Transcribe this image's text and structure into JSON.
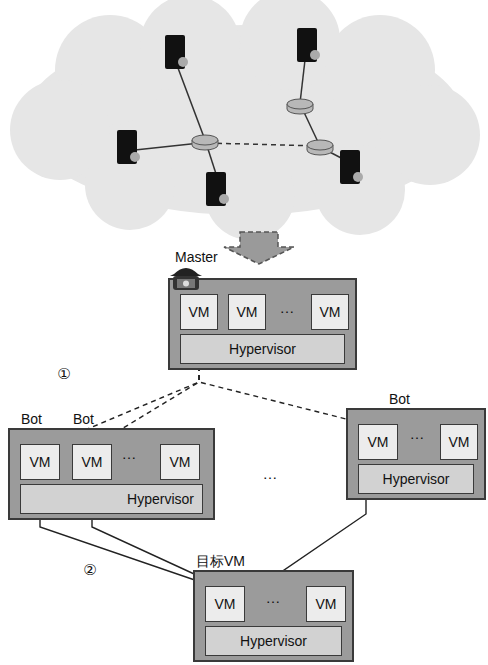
{
  "diagram": {
    "nodes": [
      {
        "text": [
          "Hypervisor"
        ]
      },
      {
        "text": [
          "Master",
          "VM"
        ],
        "in": 0
      },
      {
        "text": [
          "VM"
        ],
        "in": 0
      },
      {
        "text": [
          "VM"
        ],
        "in": 0
      },
      {
        "text": [
          "Hypervisor"
        ]
      },
      {
        "text": [
          "Bot",
          "VM"
        ],
        "in": 4
      },
      {
        "text": [
          "Bot",
          "VM"
        ],
        "in": 4
      },
      {
        "text": [
          "VM"
        ],
        "in": 4
      },
      {
        "text": [
          "Hypervisor"
        ]
      },
      {
        "text": [
          "Bot",
          "VM"
        ],
        "in": 8
      },
      {
        "text": [
          "VM"
        ],
        "in": 8
      },
      {
        "text": [
          "Hypervisor"
        ]
      },
      {
        "text": [
          "目标VM",
          "VM"
        ],
        "in": 11
      },
      {
        "text": [
          "VM"
        ],
        "in": 11
      }
    ],
    "edges": [
      {
        "from": 1,
        "to": 5,
        "arrow": "to"
      },
      {
        "from": 1,
        "to": 6,
        "arrow": "to"
      },
      {
        "from": 1,
        "to": 9,
        "arrow": "to"
      },
      {
        "from": 5,
        "to": 12,
        "arrow": "to"
      },
      {
        "from": 6,
        "to": 12,
        "arrow": "to"
      },
      {
        "from": 9,
        "to": 12,
        "arrow": "to"
      }
    ],
    "labels": [
      "…",
      "①",
      "…",
      "…",
      "…",
      "②",
      "…"
    ]
  }
}
